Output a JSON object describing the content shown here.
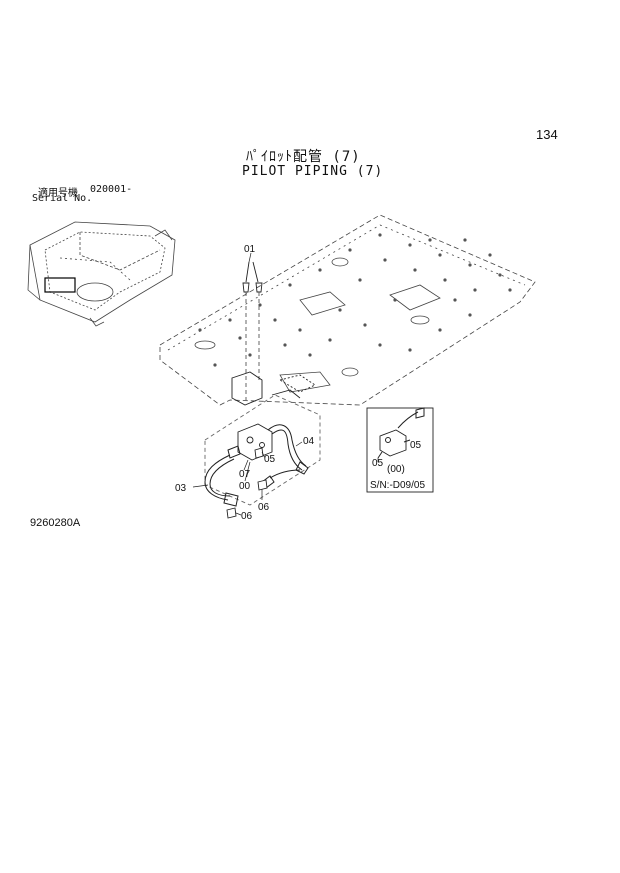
{
  "page_number": "134",
  "title_jp": "ﾊﾟｲﾛｯﾄ配管 (7)",
  "title_en": "PILOT PIPING (7)",
  "serial": {
    "label_jp": "適用号機",
    "label_en": "Serial No.",
    "value": "020001-"
  },
  "callouts": {
    "c01": "01",
    "c03": "03",
    "c04": "04",
    "c05a": "05",
    "c06a": "06",
    "c06b": "06",
    "c07": "07",
    "c00": "00",
    "inset_05a": "05",
    "inset_05b": "05",
    "inset_00": "(00)"
  },
  "inset": {
    "caption": "S/N:-D09/05"
  },
  "doc_code": "9260280A"
}
